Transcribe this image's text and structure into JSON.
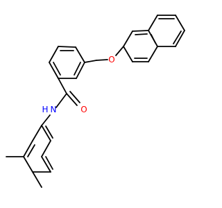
{
  "molecule": {
    "bond_color": "#000000",
    "atoms": [
      {
        "id": "O_ether",
        "symbol": "O",
        "color": "#ff0000"
      },
      {
        "id": "O_carbonyl",
        "symbol": "O",
        "color": "#ff0000"
      },
      {
        "id": "N_amide",
        "symbol": "N",
        "color": "#0000ff"
      },
      {
        "id": "H_amide",
        "symbol": "H",
        "color": "#0000ff"
      }
    ]
  }
}
